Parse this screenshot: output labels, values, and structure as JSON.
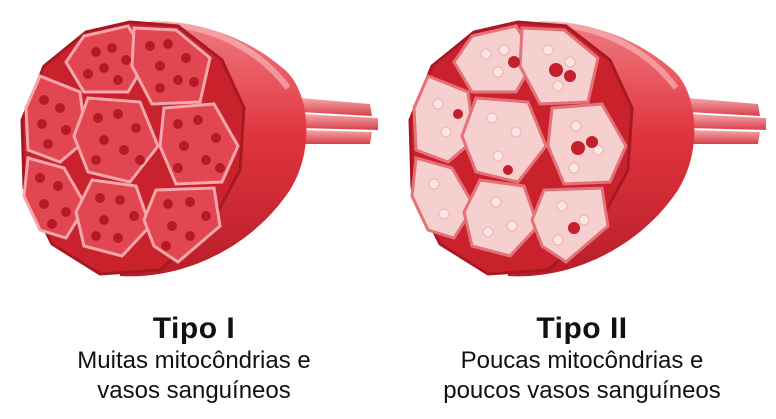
{
  "figures": [
    {
      "title": "Tipo I",
      "description_line1": "Muitas mitocôndrias e",
      "description_line2": "vasos sanguíneos"
    },
    {
      "title": "Tipo II",
      "description_line1": "Poucas mitocôndrias e",
      "description_line2": "poucos vasos sanguíneos"
    }
  ],
  "colors": {
    "muscle_red": "#d9303a",
    "muscle_highlight": "#f08a8e",
    "type1_fiber": "#e24650",
    "type2_fiber": "#f6cfcf",
    "mitochondria": "#c4202b"
  }
}
